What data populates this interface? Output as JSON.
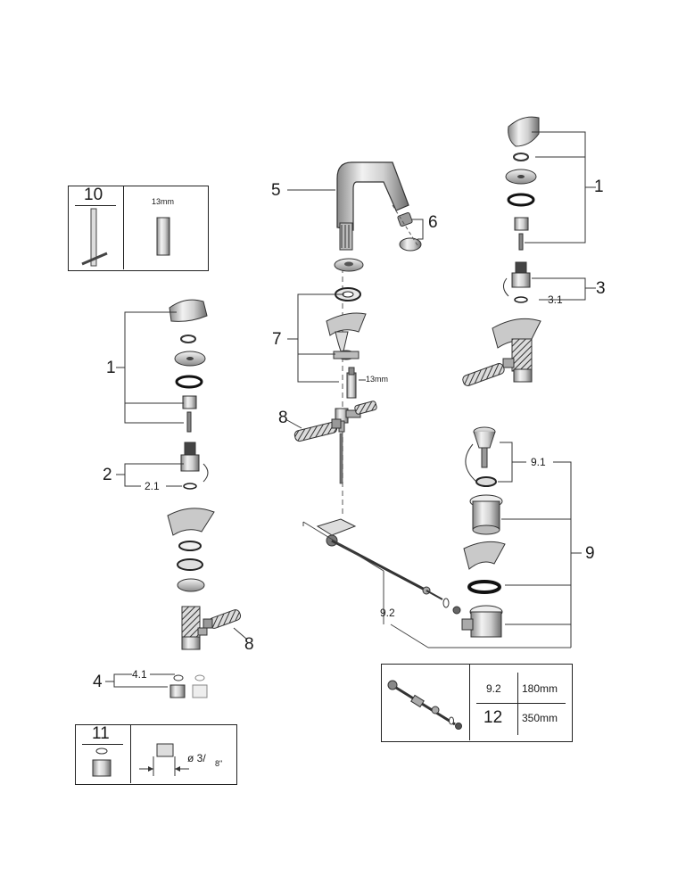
{
  "callouts": {
    "c1_right": "1",
    "c1_left": "1",
    "c2": "2",
    "c2_1": "2.1",
    "c3": "3",
    "c3_1": "3.1",
    "c4": "4",
    "c4_1": "4.1",
    "c5": "5",
    "c6": "6",
    "c7": "7",
    "c8_left": "8",
    "c8_right": "8",
    "c9": "9",
    "c9_1": "9.1",
    "c9_2": "9.2"
  },
  "wrench_note": "13mm",
  "box10": {
    "number": "10",
    "size": "13mm"
  },
  "box11": {
    "number": "11",
    "diameter_prefix": "ø 3/",
    "diameter_suffix": "8\""
  },
  "length_table": {
    "rows": [
      {
        "part": "9.2",
        "length": "180mm"
      },
      {
        "part": "12",
        "length": "350mm"
      }
    ]
  }
}
